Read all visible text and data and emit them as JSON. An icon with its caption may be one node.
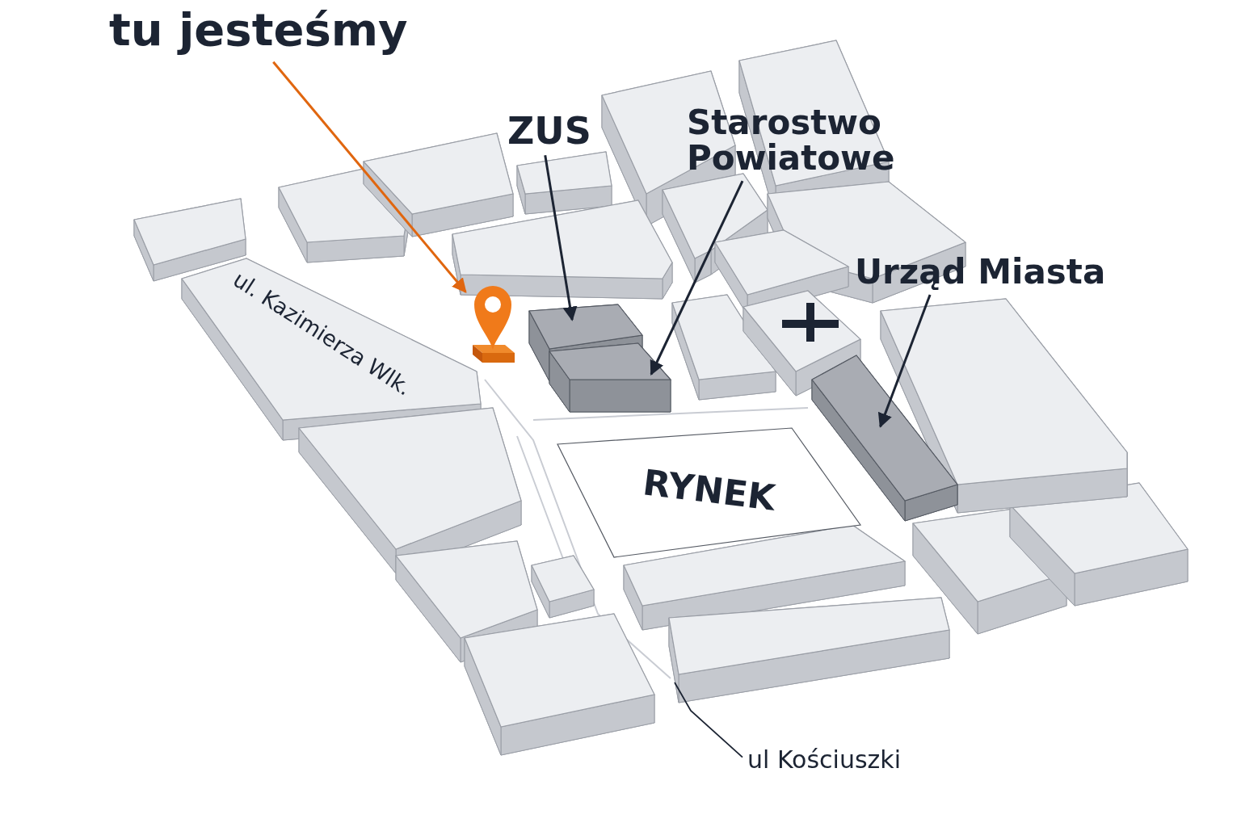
{
  "diagram": {
    "nodes": [
      {
        "text": [
          "tu jesteśmy"
        ]
      },
      {
        "text": [],
        "shape": "pin"
      },
      {
        "text": [
          "ZUS"
        ]
      },
      {
        "text": [],
        "shape": "box"
      },
      {
        "text": [
          "Starostwo Powiatowe"
        ]
      },
      {
        "text": [],
        "shape": "box"
      },
      {
        "text": [
          "Urząd Miasta"
        ]
      },
      {
        "text": [],
        "shape": "box"
      },
      {
        "text": [
          "RYNEK"
        ]
      },
      {
        "text": [
          "ul Kościuszki"
        ]
      }
    ],
    "edges": [
      {
        "from": 0,
        "to": 1,
        "arrow": "to",
        "color": "#e0660f"
      },
      {
        "from": 2,
        "to": 3,
        "arrow": "to"
      },
      {
        "from": 4,
        "to": 5,
        "arrow": "to"
      },
      {
        "from": 6,
        "to": 7,
        "arrow": "to"
      },
      {
        "from": 9,
        "to": null,
        "arrow": "none"
      }
    ],
    "labels": [
      "ul. Kazimierza Wlk."
    ]
  }
}
